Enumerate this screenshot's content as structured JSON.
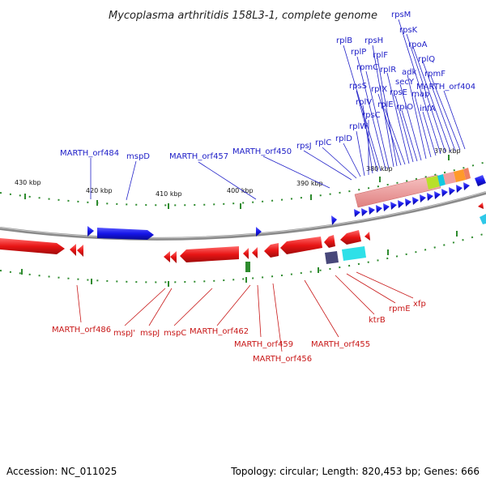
{
  "title": "Mycoplasma arthritidis 158L3-1, complete genome",
  "footer": {
    "accession": "Accession: NC_011025",
    "summary": "Topology: circular; Length: 820,453 bp; Genes: 666"
  },
  "colors": {
    "forward": "#1515e8",
    "reverse": "#e81515",
    "backbone": "#8a8a8a",
    "tick": "#2e8b2e",
    "label_forward": "#2020c8",
    "label_reverse": "#c81818"
  },
  "ticks": [
    {
      "label": "430 kbp"
    },
    {
      "label": "420 kbp"
    },
    {
      "label": "410 kbp"
    },
    {
      "label": "400 kbp"
    },
    {
      "label": "390 kbp"
    },
    {
      "label": "380 kbp"
    },
    {
      "label": "370 kbp"
    }
  ],
  "forward_labels": [
    {
      "text": "MARTH_orf484"
    },
    {
      "text": "mspD"
    },
    {
      "text": "MARTH_orf457"
    },
    {
      "text": "MARTH_orf450"
    },
    {
      "text": "rpsJ"
    },
    {
      "text": "rplC"
    },
    {
      "text": "rplD"
    },
    {
      "text": "rplW"
    },
    {
      "text": "rpsC"
    },
    {
      "text": "rplV"
    },
    {
      "text": "rpsS"
    },
    {
      "text": "rplB"
    },
    {
      "text": "rplP"
    },
    {
      "text": "rpmC"
    },
    {
      "text": "rpsH"
    },
    {
      "text": "rplF"
    },
    {
      "text": "rplX"
    },
    {
      "text": "rplE"
    },
    {
      "text": "rplR"
    },
    {
      "text": "rpsE"
    },
    {
      "text": "rplO"
    },
    {
      "text": "secY"
    },
    {
      "text": "adk"
    },
    {
      "text": "map"
    },
    {
      "text": "infA"
    },
    {
      "text": "rpsM"
    },
    {
      "text": "rpsK"
    },
    {
      "text": "rpoA"
    },
    {
      "text": "rplQ"
    },
    {
      "text": "rpmF"
    },
    {
      "text": "MARTH_orf404"
    }
  ],
  "reverse_labels": [
    {
      "text": "MARTH_orf486"
    },
    {
      "text": "mspJ'"
    },
    {
      "text": "mspJ"
    },
    {
      "text": "mspC"
    },
    {
      "text": "MARTH_orf462"
    },
    {
      "text": "MARTH_orf459"
    },
    {
      "text": "MARTH_orf456"
    },
    {
      "text": "MARTH_orf455"
    },
    {
      "text": "ktrB"
    },
    {
      "text": "rpmE"
    },
    {
      "text": "xfp"
    }
  ]
}
